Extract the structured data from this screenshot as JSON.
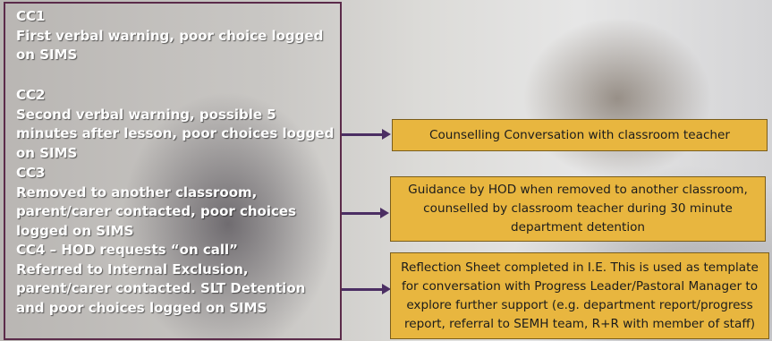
{
  "stages": [
    {
      "title": "CC1",
      "description": "First verbal warning, poor choice logged on SIMS"
    },
    {
      "title": "CC2",
      "description": "Second verbal warning, possible 5 minutes after lesson, poor choices logged on SIMS"
    },
    {
      "title": "CC3",
      "description": "Removed to another classroom, parent/carer contacted, poor choices logged on SIMS"
    },
    {
      "title": "CC4 – HOD requests “on call”",
      "description": "Referred to Internal Exclusion, parent/carer contacted. SLT Detention and poor choices logged on SIMS"
    }
  ],
  "outcomes": [
    {
      "text": "Counselling Conversation with classroom teacher"
    },
    {
      "text": "Guidance by HOD when removed to another classroom, counselled by classroom teacher during 30 minute department detention"
    },
    {
      "text": "Reflection Sheet completed in I.E. This is used as template for conversation with Progress Leader/Pastoral Manager to explore further support (e.g. department report/progress report, referral to SEMH team, R+R with member of staff)"
    }
  ],
  "colors": {
    "frame": "#5b2b4a",
    "arrow": "#4b2e63",
    "box_fill": "#e8b63f",
    "stage_text": "#ffffff"
  }
}
